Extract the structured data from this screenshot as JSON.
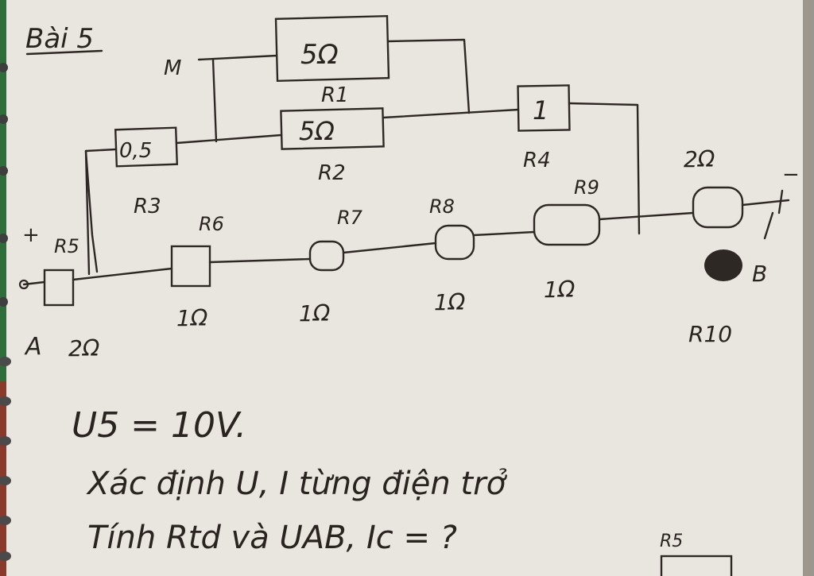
{
  "title": "Bài 5",
  "resistors": {
    "r1": {
      "name": "R1",
      "value": "5Ω"
    },
    "r2": {
      "name": "R2",
      "value": "5Ω"
    },
    "r3": {
      "name": "R3",
      "value": "0,5"
    },
    "r4": {
      "name": "R4",
      "value": "1"
    },
    "r5": {
      "name": "R5",
      "value": "2Ω"
    },
    "r6": {
      "name": "R6",
      "value": "1Ω"
    },
    "r7": {
      "name": "R7",
      "value": "1Ω"
    },
    "r8": {
      "name": "R8",
      "value": "1Ω"
    },
    "r9": {
      "name": "R9",
      "value": "1Ω"
    },
    "r10": {
      "name": "R10",
      "value": "2Ω"
    }
  },
  "nodes": {
    "a": "A",
    "b": "B",
    "m": "M",
    "plus": "+",
    "minus": "−"
  },
  "problem": {
    "line1": "U5 = 10V.",
    "line2": "Xác định U, I từng điện trở",
    "line3": "Tính Rtd và UAB, Ic = ?",
    "bottom_label": "R5"
  },
  "colors": {
    "paper": "#e9e6df",
    "ink": "#2e2824",
    "rings": "#4a4a4a"
  }
}
